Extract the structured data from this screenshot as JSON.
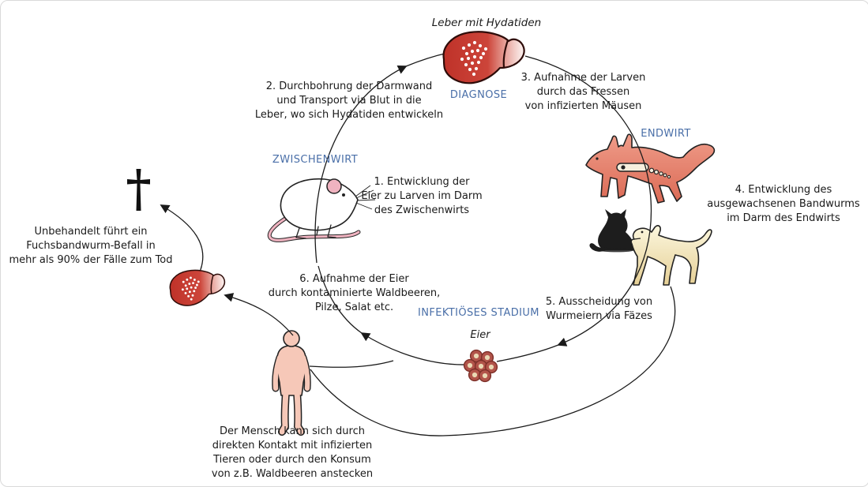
{
  "title": "Leber mit Hydatiden",
  "labels": {
    "diagnose": "DIAGNOSE",
    "zwischenwirt": "ZWISCHENWIRT",
    "endwirt": "ENDWIRT",
    "infektioeses_stadium": "INFEKTIÖSES STADIUM",
    "eier": "Eier"
  },
  "steps": {
    "step1": "1. Entwicklung der\nEier zu Larven im Darm\ndes Zwischenwirts",
    "step2": "2. Durchbohrung der Darmwand\nund Transport via Blut in die\nLeber, wo sich Hydatiden entwickeln",
    "step3": "3. Aufnahme der Larven\ndurch das Fressen\nvon infizierten Mäusen",
    "step4": "4. Entwicklung des\nausgewachsenen Bandwurms\nim Darm des Endwirts",
    "step5": "5. Ausscheidung von\nWurmeiern via Fäzes",
    "step6": "6. Aufnahme der Eier\ndurch kontaminierte Waldbeeren,\nPilze, Salat etc."
  },
  "notes": {
    "death": "Unbehandelt führt ein\nFuchsbandwurm-Befall in\nmehr als 90% der Fälle zum Tod",
    "human": "Der Mensch kann sich durch\ndirekten Kontakt mit infizierten\nTieren oder durch den Konsum\nvon z.B. Waldbeeren anstecken"
  },
  "icons": {
    "liver": "liver-with-hydatid-cysts",
    "liver_small": "infected-human-liver",
    "mouse": "mouse-intermediate-host",
    "fox": "fox-with-tapeworm-definitive-host",
    "cat": "cat-silhouette",
    "dog": "dog",
    "human": "human-figure",
    "eggs": "tapeworm-egg-cluster",
    "cross": "death-cross"
  },
  "colors": {
    "label_blue": "#4a6fa8",
    "text": "#1a1a1a",
    "liver_red": "#c63a30",
    "fox_salmon": "#e2викор7a66",
    "fox_body": "#e07a66",
    "dog_cream": "#f3e8c2",
    "human_skin": "#f6c8b8",
    "mouse_pink": "#f0b3c0",
    "egg_brown": "#b2544a",
    "egg_center": "#ead9b4",
    "cat_black": "#1d1d1d",
    "arrow": "#1a1a1a"
  }
}
